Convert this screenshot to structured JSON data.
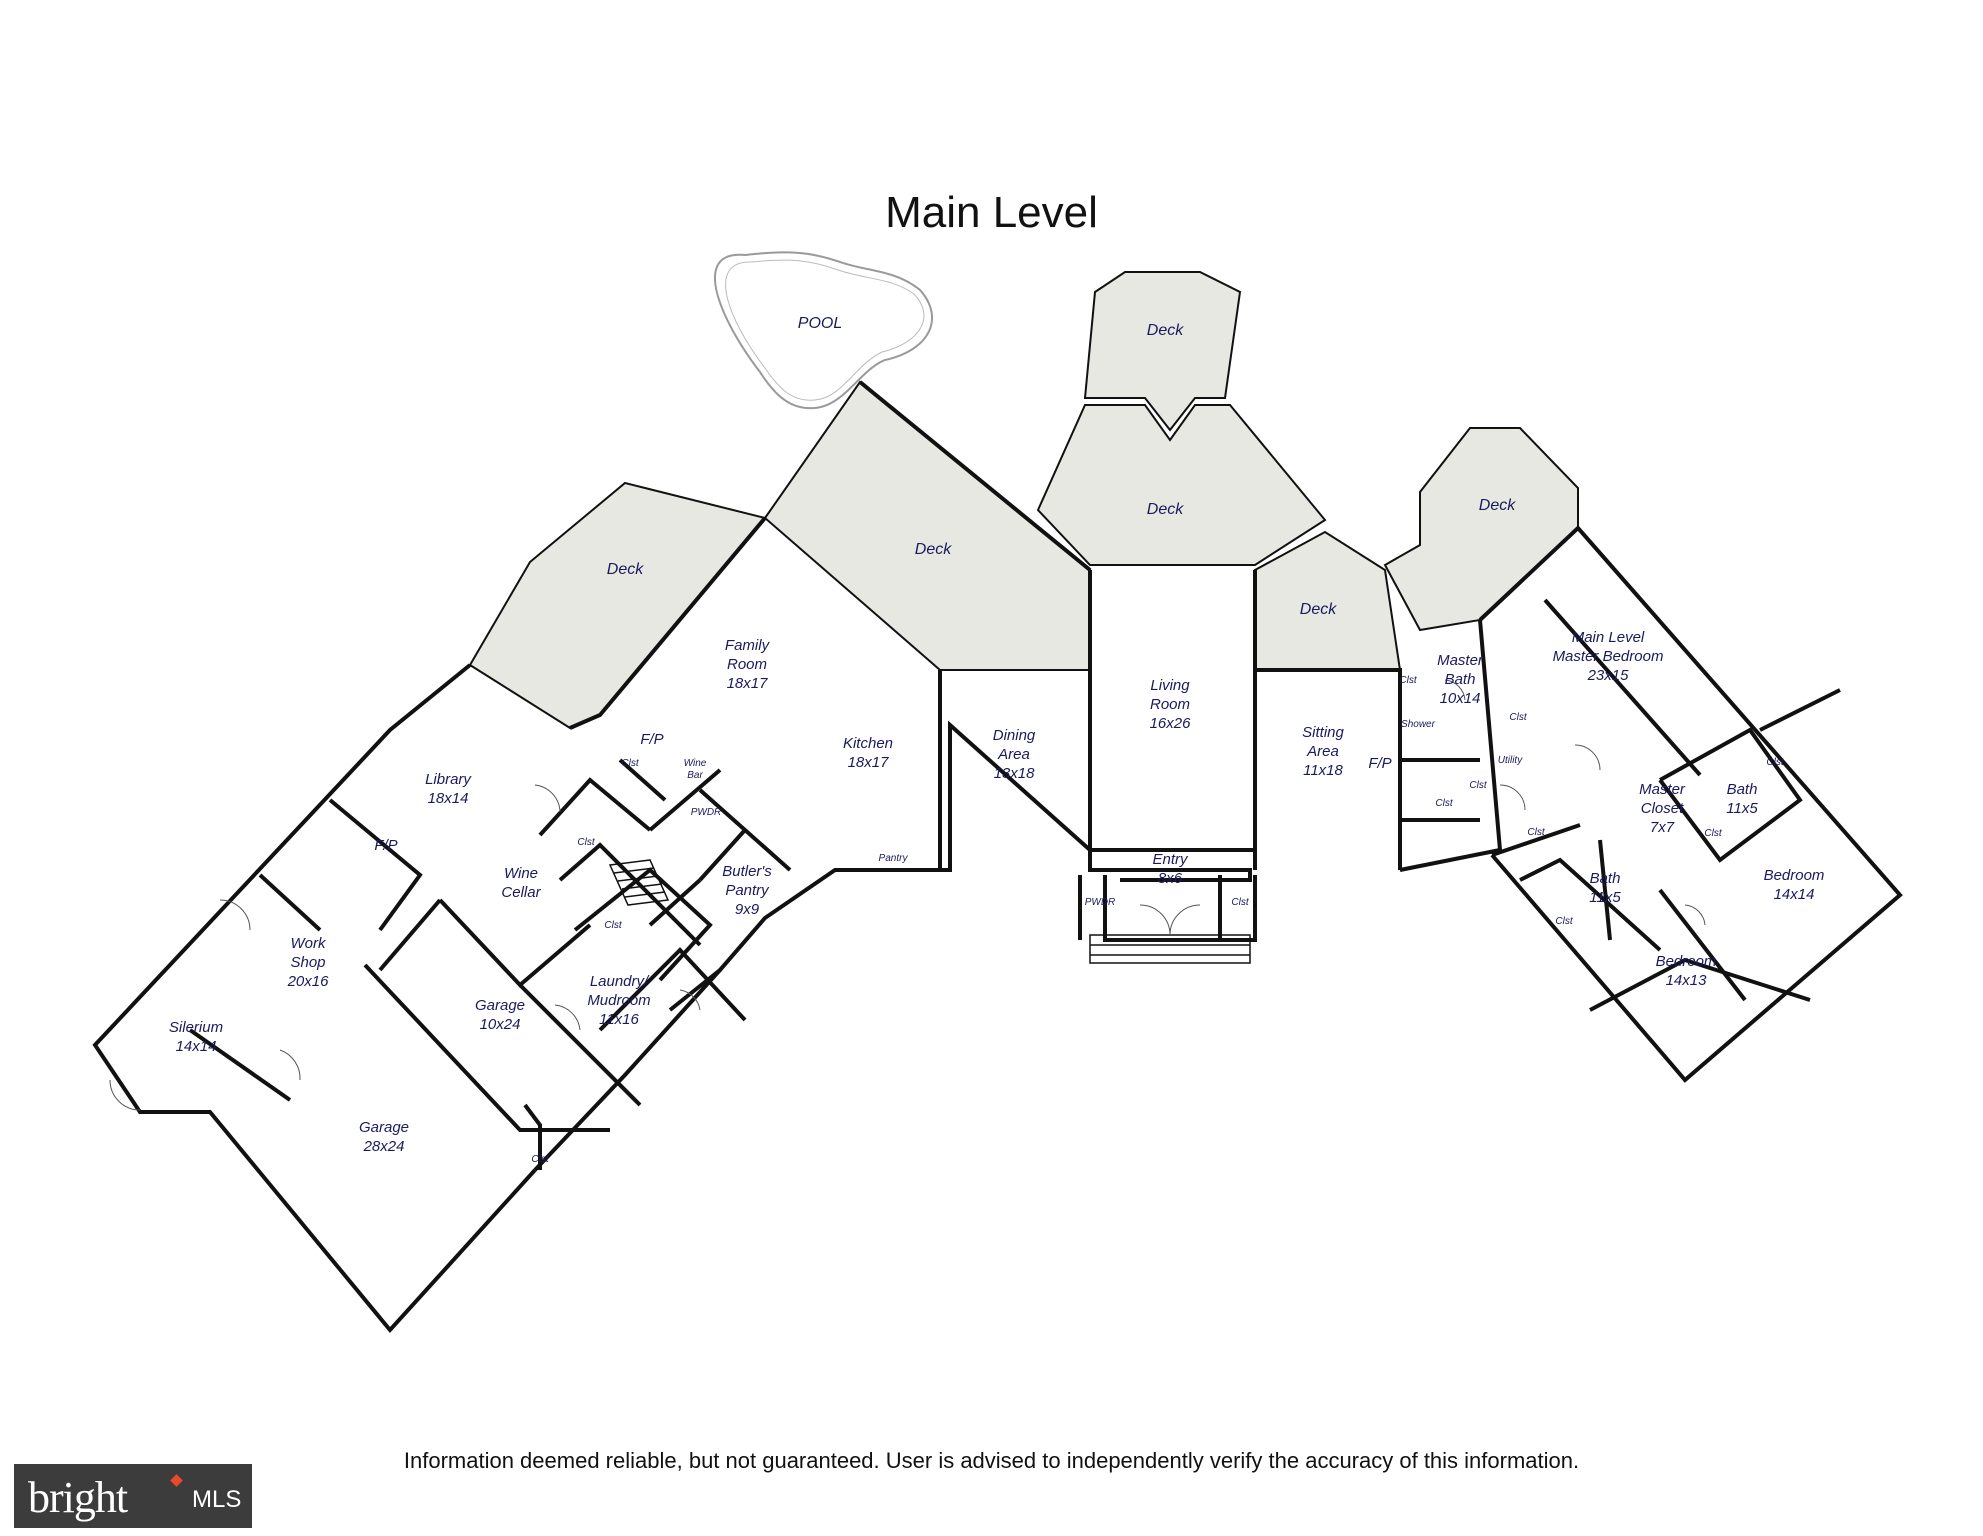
{
  "title": "Main Level",
  "disclaimer": "Information deemed reliable, but not guaranteed.  User is advised to independently verify the accuracy of this information.",
  "logo": {
    "brand": "bright",
    "suffix": "MLS"
  },
  "rooms": {
    "pool": "POOL",
    "deck_top": "Deck",
    "deck_mid": "Deck",
    "deck_right": "Deck",
    "deck_sitting": "Deck",
    "deck_family": "Deck",
    "deck_library": "Deck",
    "family_room": [
      "Family",
      "Room",
      "18x17"
    ],
    "kitchen": [
      "Kitchen",
      "18x17"
    ],
    "dining": [
      "Dining",
      "Area",
      "13x18"
    ],
    "living": [
      "Living",
      "Room",
      "16x26"
    ],
    "sitting": [
      "Sitting",
      "Area",
      "11x18"
    ],
    "entry": [
      "Entry",
      "8x6"
    ],
    "library": [
      "Library",
      "18x14"
    ],
    "wine_cellar": [
      "Wine",
      "Cellar"
    ],
    "butlers_pantry": [
      "Butler's",
      "Pantry",
      "9x9"
    ],
    "laundry": [
      "Laundry/",
      "Mudroom",
      "11x16"
    ],
    "workshop": [
      "Work",
      "Shop",
      "20x16"
    ],
    "silerium": [
      "Silerium",
      "14x14"
    ],
    "garage_small": [
      "Garage",
      "10x24"
    ],
    "garage_large": [
      "Garage",
      "28x24"
    ],
    "master_bedroom": [
      "Main Level",
      "Master Bedroom",
      "23x15"
    ],
    "master_bath": [
      "Master",
      "Bath",
      "10x14"
    ],
    "master_closet": [
      "Master",
      "Closet",
      "7x7"
    ],
    "bath_a": [
      "Bath",
      "11x5"
    ],
    "bath_b": [
      "Bath",
      "11x5"
    ],
    "bedroom_a": [
      "Bedroom",
      "14x14"
    ],
    "bedroom_b": [
      "Bedroom",
      "14x13"
    ]
  },
  "small_labels": {
    "pwdr_a": "PWDR",
    "pwdr_b": "PWDR",
    "wine_bar": [
      "Wine",
      "Bar"
    ],
    "fp_a": "F/P",
    "fp_b": "F/P",
    "fp_c": "F/P",
    "pantry": "Pantry",
    "shower": "Shower",
    "utility": "Utility",
    "clst": "Clst"
  }
}
